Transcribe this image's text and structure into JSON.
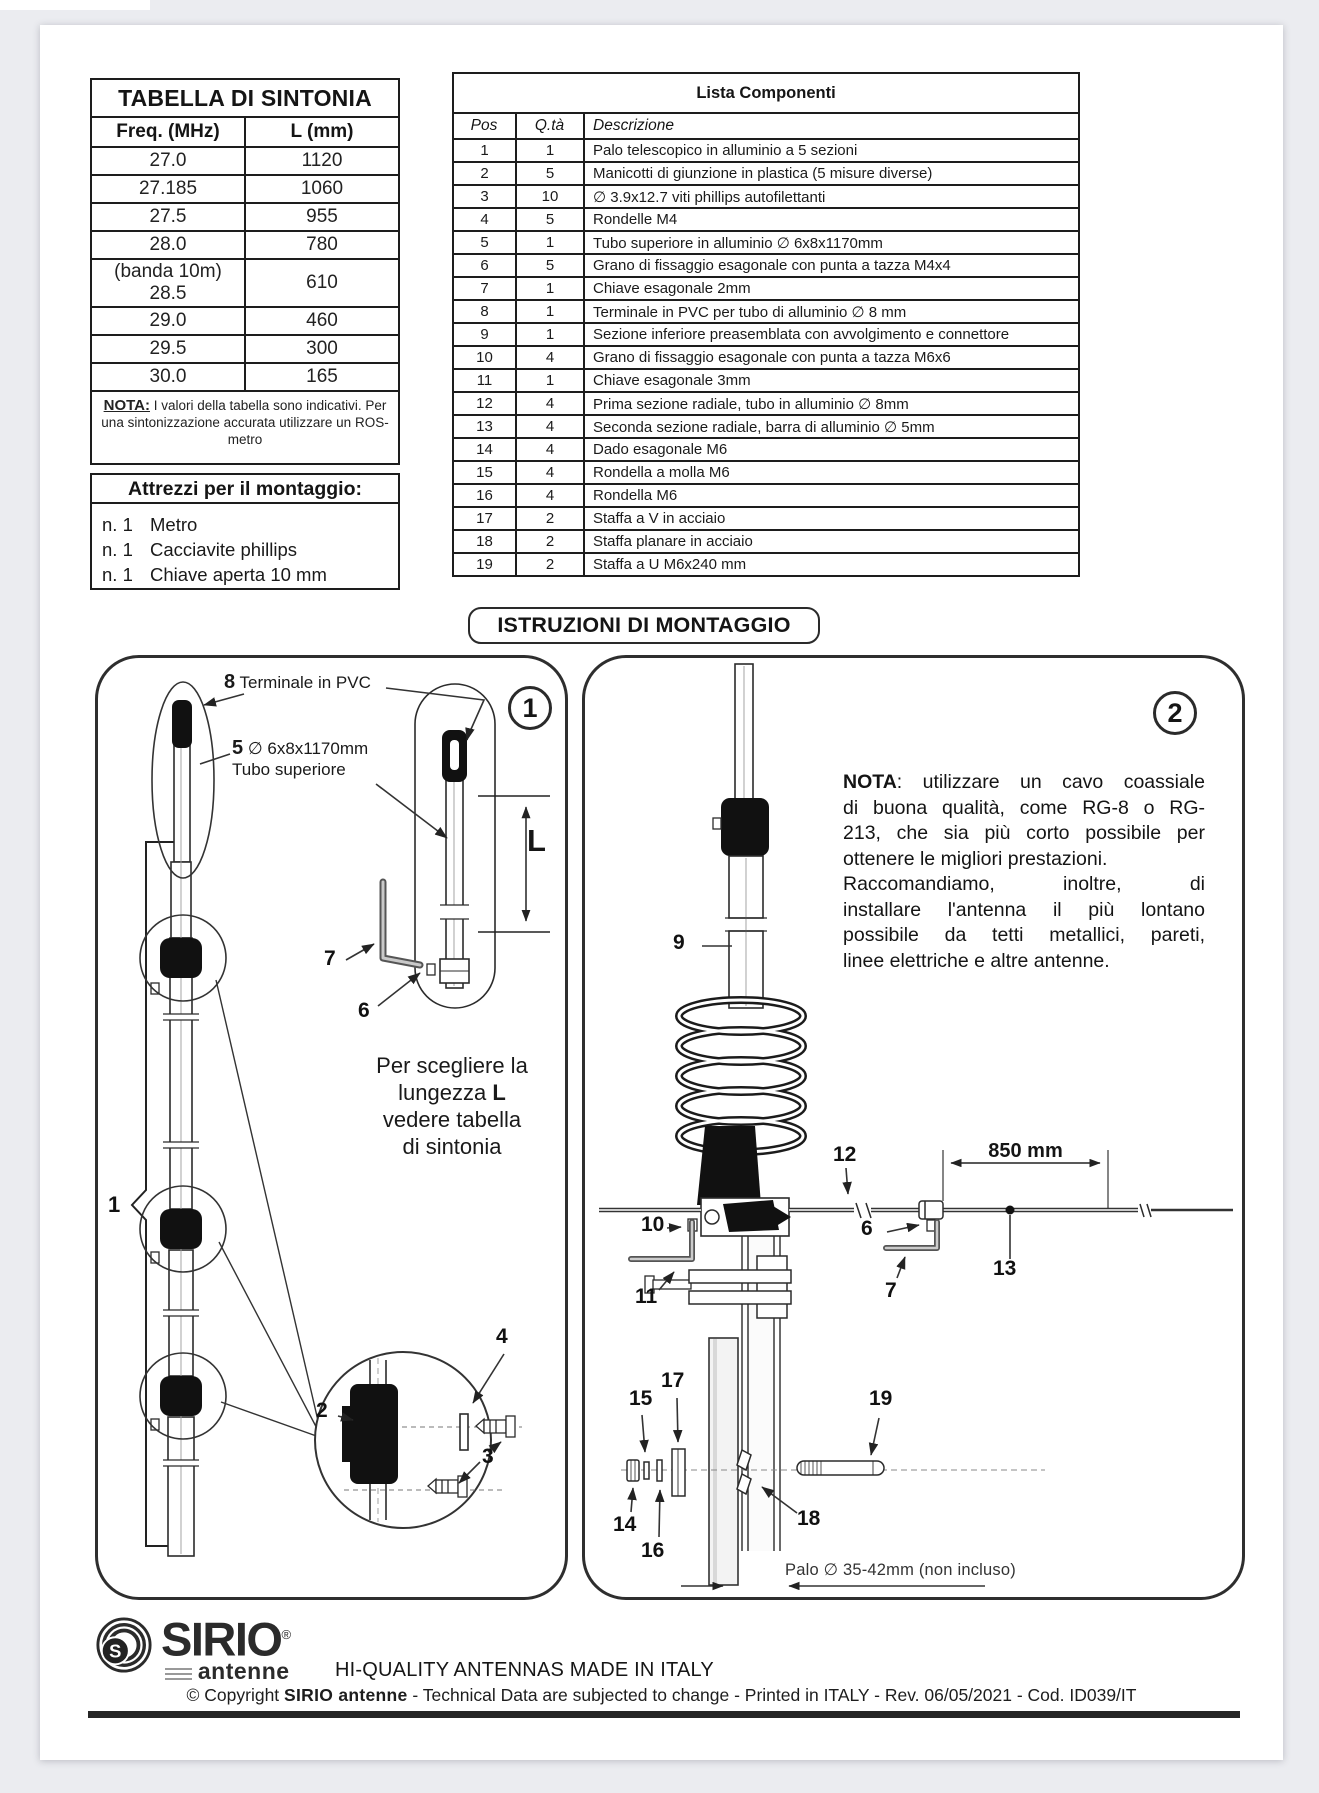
{
  "tuning_table": {
    "title": "TABELLA DI SINTONIA",
    "columns": [
      "Freq. (MHz)",
      "L (mm)"
    ],
    "rows": [
      [
        "27.0",
        "1120"
      ],
      [
        "27.185",
        "1060"
      ],
      [
        "27.5",
        "955"
      ],
      [
        "28.0",
        "780"
      ],
      [
        "(banda 10m)  28.5",
        "610"
      ],
      [
        "29.0",
        "460"
      ],
      [
        "29.5",
        "300"
      ],
      [
        "30.0",
        "165"
      ]
    ],
    "note_label": "NOTA:",
    "note_text": " I valori della tabella sono indicativi. Per una sintonizzazione accurata utilizzare un ROS-metro"
  },
  "tools": {
    "title": "Attrezzi per il montaggio:",
    "items": [
      [
        "n. 1",
        "Metro"
      ],
      [
        "n. 1",
        "Cacciavite phillips"
      ],
      [
        "n. 1",
        "Chiave aperta 10 mm"
      ]
    ]
  },
  "components": {
    "title": "Lista Componenti",
    "columns": [
      "Pos",
      "Q.tà",
      "Descrizione"
    ],
    "rows": [
      [
        "1",
        "1",
        "Palo telescopico in alluminio a 5 sezioni"
      ],
      [
        "2",
        "5",
        "Manicotti di giunzione in plastica (5 misure diverse)"
      ],
      [
        "3",
        "10",
        "∅ 3.9x12.7 viti phillips autofilettanti"
      ],
      [
        "4",
        "5",
        "Rondelle M4"
      ],
      [
        "5",
        "1",
        "Tubo superiore in alluminio ∅ 6x8x1170mm"
      ],
      [
        "6",
        "5",
        "Grano di fissaggio esagonale con punta a tazza M4x4"
      ],
      [
        "7",
        "1",
        "Chiave esagonale 2mm"
      ],
      [
        "8",
        "1",
        "Terminale in PVC per tubo di alluminio ∅ 8 mm"
      ],
      [
        "9",
        "1",
        "Sezione inferiore preasemblata con avvolgimento e connettore"
      ],
      [
        "10",
        "4",
        "Grano di fissaggio esagonale con punta a tazza M6x6"
      ],
      [
        "11",
        "1",
        "Chiave esagonale 3mm"
      ],
      [
        "12",
        "4",
        "Prima sezione radiale, tubo in alluminio ∅ 8mm"
      ],
      [
        "13",
        "4",
        "Seconda sezione radiale, barra di alluminio ∅ 5mm"
      ],
      [
        "14",
        "4",
        "Dado esagonale M6"
      ],
      [
        "15",
        "4",
        "Rondella a molla M6"
      ],
      [
        "16",
        "4",
        "Rondella M6"
      ],
      [
        "17",
        "2",
        "Staffa a V in acciaio"
      ],
      [
        "18",
        "2",
        "Staffa planare in acciaio"
      ],
      [
        "19",
        "2",
        "Staffa a U M6x240 mm"
      ]
    ]
  },
  "instructions_title": "ISTRUZIONI DI MONTAGGIO",
  "panel1": {
    "badge": "1",
    "callout8_num": "8",
    "callout8_text": " Terminale in PVC",
    "callout5_num": "5",
    "callout5_dim": " ∅ 6x8x1170mm",
    "callout5_text": "Tubo superiore",
    "length_symbol": "L",
    "label7": "7",
    "label6": "6",
    "label1": "1",
    "label2": "2",
    "label3": "3",
    "label4": "4",
    "note_line1": "Per scegliere la",
    "note_line2_pre": "lungezza ",
    "note_line2_bold": "L",
    "note_line3": "vedere tabella",
    "note_line4": "di sintonia"
  },
  "panel2": {
    "badge": "2",
    "note_l1_bold": "NOTA",
    "note_l1_rest": ": utilizzare un cavo coassiale",
    "note_lines": [
      "di buona qualità, come RG-8 o RG-",
      "213, che sia più corto possibile per",
      "ottenere le migliori prestazioni.",
      "Raccomandiamo, inoltre, di",
      "installare l'antenna il più lontano",
      "possibile da tetti metallici, pareti,",
      "linee elettriche e altre antenne."
    ],
    "label9": "9",
    "label10": "10",
    "label11": "11",
    "label12": "12",
    "label13": "13",
    "label6": "6",
    "label7": "7",
    "label14": "14",
    "label15": "15",
    "label16": "16",
    "label17": "17",
    "label18": "18",
    "label19": "19",
    "dim850": "850 mm",
    "pole_note": "Palo ∅ 35-42mm (non incluso)"
  },
  "footer": {
    "logo_s": "S",
    "brand": "SIRIO",
    "brand_reg": "®",
    "brand_sub": "antenne",
    "tagline": "HI-QUALITY ANTENNAS MADE IN ITALY",
    "copyright_pre": "© Copyright ",
    "copyright_brand": "SIRIO antenne",
    "copyright_post": " - Technical Data are subjected to change - Printed in ITALY - Rev. 06/05/2021 - Cod. ID039/IT"
  }
}
